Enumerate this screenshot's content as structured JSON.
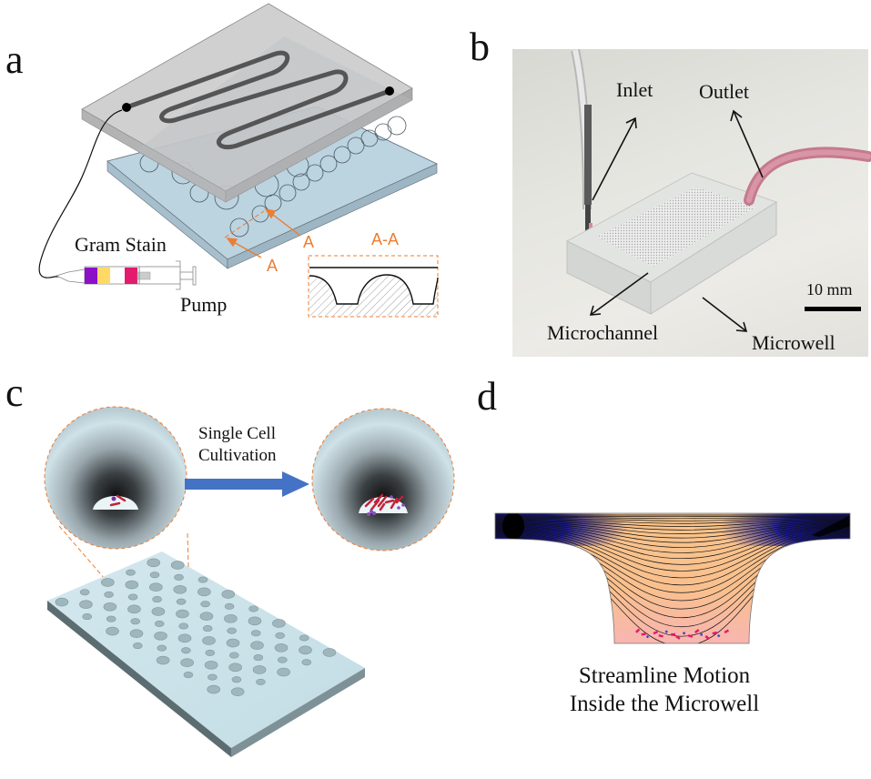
{
  "figure": {
    "panels": {
      "a": {
        "label": "a",
        "texts": {
          "gram_stain": "Gram Stain",
          "pump": "Pump",
          "section_marker_upper": "A",
          "section_marker_lower": "A",
          "section_title": "A-A"
        },
        "colors": {
          "top_plate": "#c8c8c8",
          "bottom_plate": "#b8d0de",
          "section_orange": "#ed7d31",
          "stain_purple": "#8b10c8",
          "stain_yellow": "#ffd966",
          "stain_white": "#ffffff",
          "stain_pink": "#e31a6e"
        }
      },
      "b": {
        "label": "b",
        "texts": {
          "inlet": "Inlet",
          "outlet": "Outlet",
          "microchannel": "Microchannel",
          "microwell": "Microwell",
          "scale_bar": "10 mm"
        }
      },
      "c": {
        "label": "c",
        "texts": {
          "arrow_label_line1": "Single Cell",
          "arrow_label_line2": "Cultivation"
        },
        "colors": {
          "arrow": "#4472c4",
          "plate": "#cfe6ec",
          "dashed": "#ed7d31"
        }
      },
      "d": {
        "label": "d",
        "texts": {
          "caption_line1": "Streamline Motion",
          "caption_line2": "Inside the Microwell"
        },
        "colors": {
          "low_velocity": "#f7b3b8",
          "mid_velocity": "#f9c48a",
          "high_velocity": "#0a0a7a"
        }
      }
    }
  }
}
